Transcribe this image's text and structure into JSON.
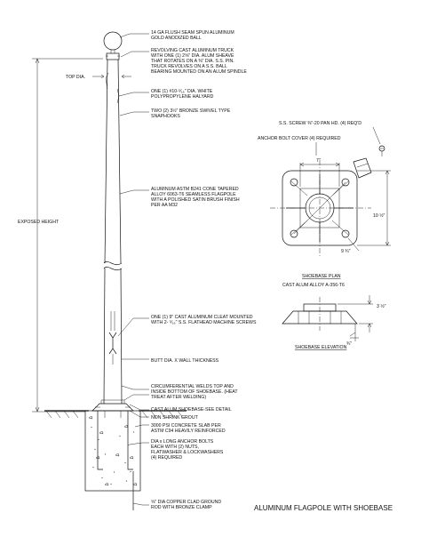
{
  "title": "ALUMINUM FLAGPOLE WITH SHOEBASE",
  "labels": {
    "ball": [
      "14 GA FLUSH SEAM SPUN ALUMINUM",
      "GOLD ANODIZED BALL"
    ],
    "truck": [
      "REVOLVING CAST ALUMINUM TRUCK",
      "WITH ONE (1) 2⅝\" DIA. ALUM SHEAVE",
      "THAT ROTATES ON A ⅜\" DIA. S.S. PIN.",
      "TRUCK REVOLVES ON A S.S. BALL",
      "BEARING MOUNTED ON AN ALUM SPINDLE"
    ],
    "top_dia": "TOP DIA.",
    "halyard": [
      "ONE (1) #10-⁵⁄₁₆\" DIA. WHITE",
      "POLYPROPYLENE HALYARD"
    ],
    "snaphooks": [
      "TWO (2) 3½\" BRONZE SWIVEL TYPE",
      "SNAPHOOKS"
    ],
    "pole": [
      "ALUMINUM ASTM B241 CONE TAPERED",
      "ALLOY 6063-T6 SEAMLESS FLAGPOLE",
      "WITH A POLISHED SATIN BRUSH FINISH",
      "PER AA M32"
    ],
    "exposed_height": "EXPOSED HEIGHT",
    "cleat": [
      "ONE (1) 9\" CAST ALUMINUM CLEAT MOUNTED",
      "WITH 2- ⁵⁄₁₆\" S.S. FLATHEAD MACHINE SCREWS"
    ],
    "butt": "BUTT DIA. X WALL THICKNESS",
    "welds": [
      "CIRCUMFERENTIAL WELDS TOP AND",
      "INSIDE BOTTOM OF SHOEBASE. (HEAT",
      "TREAT AFTER WELDING)"
    ],
    "shoebase_ref": "CAST ALUM SHOEBASE-SEE DETAIL",
    "grout": "NON SHRINK GROUT",
    "slab": [
      "3000 PSI CONCRETE SLAB PER",
      "ASTM C94 HEAVILY REINFORCED"
    ],
    "bolts": [
      "DIA x LONG ANCHOR BOLTS",
      "EACH WITH (2) NUTS,",
      "FLATWASHER & LOCKWASHERS",
      "(4) REQUIRED"
    ],
    "ground_rod": [
      "⅝\" DIA COPPER CLAD GROUND",
      "ROD WITH BRONZE CLAMP"
    ],
    "screw": "S.S. SCREW ⅜\"-20 PAN HD. (4) REQ'D",
    "bolt_cover": "ANCHOR BOLT COVER (4) REQUIRED",
    "dim_7": "7\"",
    "dim_10": "10 ½\"",
    "dim_9": "9 ¾\"",
    "plan_title": "SHOEBASE PLAN",
    "plan_subtitle": "CAST ALUM ALLOY A-356-T6",
    "dim_3": "3 ½\"",
    "dim_34": "¾\"",
    "elevation_title": "SHOEBASE ELEVATION"
  }
}
